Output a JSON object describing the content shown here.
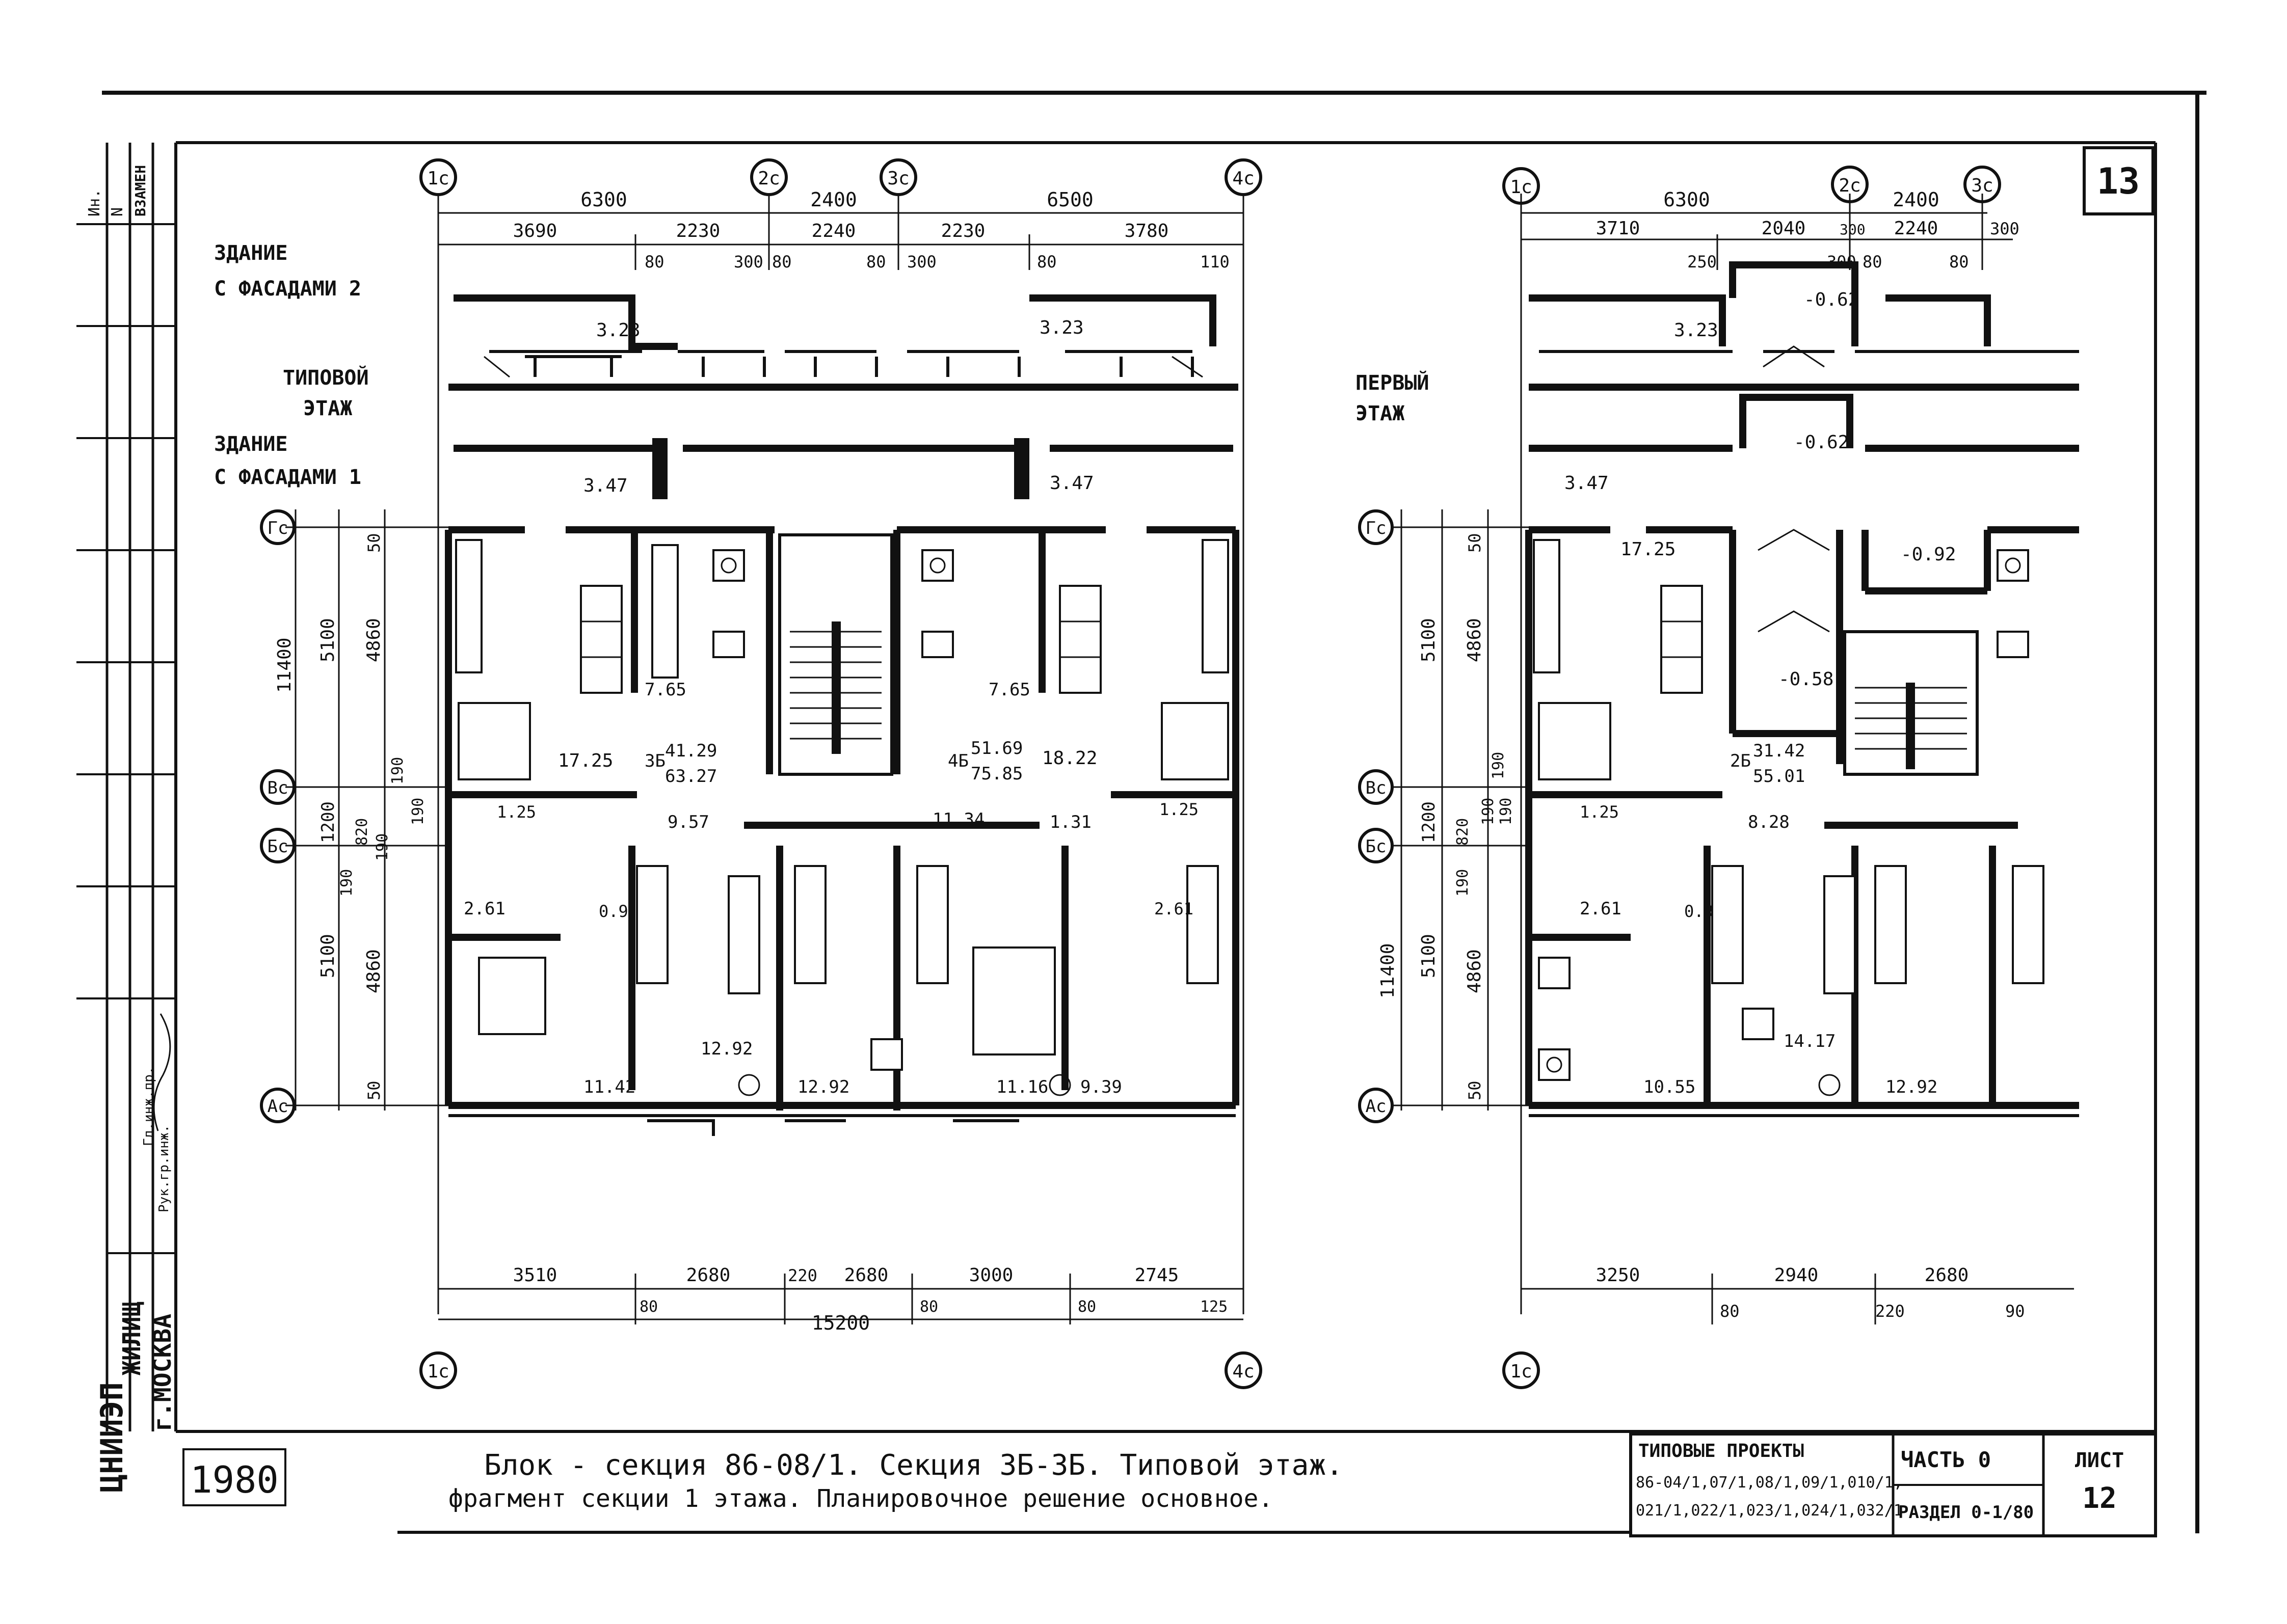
{
  "sheet": {
    "number": "13",
    "year": "1980",
    "left_stamp": {
      "rows": [
        "Ин.",
        "N",
        "ВЗАМЕН"
      ],
      "org_top": "ЖИЛИЩ",
      "org_city": "г.МОСКВА",
      "org_brand": "ЦНИИЭП",
      "signatures": [
        "Рук.гр.инж.",
        "Гл.инж.пр."
      ]
    }
  },
  "plan_left": {
    "axes_top": [
      "1с",
      "2с",
      "3с",
      "4с"
    ],
    "axes_bottom": [
      "1с",
      "4с"
    ],
    "axes_side": [
      "Гс",
      "Вс",
      "Бс",
      "Ас"
    ],
    "dims_top_main": [
      "6300",
      "2400",
      "6500"
    ],
    "dims_top_sub": [
      "3690",
      "2230",
      "2240",
      "2230",
      "3780"
    ],
    "dims_top_small": [
      "80",
      "300",
      "80",
      "80",
      "300",
      "80",
      "110"
    ],
    "dims_bottom_sub": [
      "3510",
      "2680",
      "220",
      "2680",
      "3000",
      "2745"
    ],
    "dims_bottom_small": [
      "80",
      "80",
      "80",
      "125"
    ],
    "dims_bottom_total": "15200",
    "dims_side_outer": [
      "11400",
      "1200",
      "5100",
      "5100"
    ],
    "dims_side_inner": [
      "50",
      "4860",
      "190",
      "820",
      "190",
      "190",
      "4860",
      "50",
      "190"
    ],
    "labels": {
      "building2": "ЗДАНИЕ",
      "building2b": "С ФАСАДАМИ 2",
      "typical": "ТИПОВОЙ",
      "typical_b": "ЭТАЖ",
      "building1": "ЗДАНИЕ",
      "building1b": "С ФАСАДАМИ 1"
    },
    "areas": [
      "3.23",
      "3.23",
      "3.47",
      "3.47",
      "17.25",
      "7.65",
      "41.29",
      "63.27",
      "3Б",
      "7.65",
      "51.69",
      "75.85",
      "4Б",
      "18.22",
      "9.57",
      "11.34",
      "1.31",
      "1.25",
      "1.25",
      "2.61",
      "0.9",
      "2.61",
      "12.92",
      "12.92",
      "11.42",
      "11.16",
      "9.39"
    ]
  },
  "plan_right": {
    "axes_top": [
      "1с",
      "2с",
      "3с"
    ],
    "axes_bottom": [
      "1с"
    ],
    "axes_side": [
      "Гс",
      "Вс",
      "Бс",
      "Ас"
    ],
    "dims_top_main": [
      "6300",
      "2400"
    ],
    "dims_top_sub": [
      "3710",
      "2040",
      "300",
      "2240",
      "300"
    ],
    "dims_top_small": [
      "250",
      "300",
      "80",
      "80"
    ],
    "dims_bottom_sub": [
      "3250",
      "2940",
      "2680"
    ],
    "dims_bottom_small": [
      "80",
      "220",
      "90"
    ],
    "dims_side_outer": [
      "5100",
      "1200",
      "11400",
      "5100"
    ],
    "dims_side_inner": [
      "50",
      "4860",
      "190",
      "820",
      "190",
      "190",
      "190",
      "4860",
      "50"
    ],
    "labels": {
      "first": "ПЕРВЫЙ",
      "first_b": "ЭТАЖ"
    },
    "areas": [
      "3.23",
      "-0.62",
      "3.47",
      "-0.62",
      "17.25",
      "-0.92",
      "-0.58",
      "2Б",
      "31.42",
      "55.01",
      "8.28",
      "1.25",
      "2.61",
      "0.9",
      "14.17",
      "10.55",
      "12.92"
    ]
  },
  "title_block": {
    "line1": "Блок - секция  86-08/1.  Секция  3Б-3Б.  Типовой  этаж.",
    "line2": "фрагмент  секции  1 этажа.  Планировочное  решение  основное.",
    "projects_head": "ТИПОВЫЕ  ПРОЕКТЫ",
    "projects_line1": "86-04/1,07/1,08/1,09/1,010/1,",
    "projects_line2": "021/1,022/1,023/1,024/1,032/1",
    "part": "ЧАСТЬ 0",
    "section": "РАЗДЕЛ 0-1/80",
    "sheet_head": "ЛИСТ",
    "sheet_no": "12"
  }
}
